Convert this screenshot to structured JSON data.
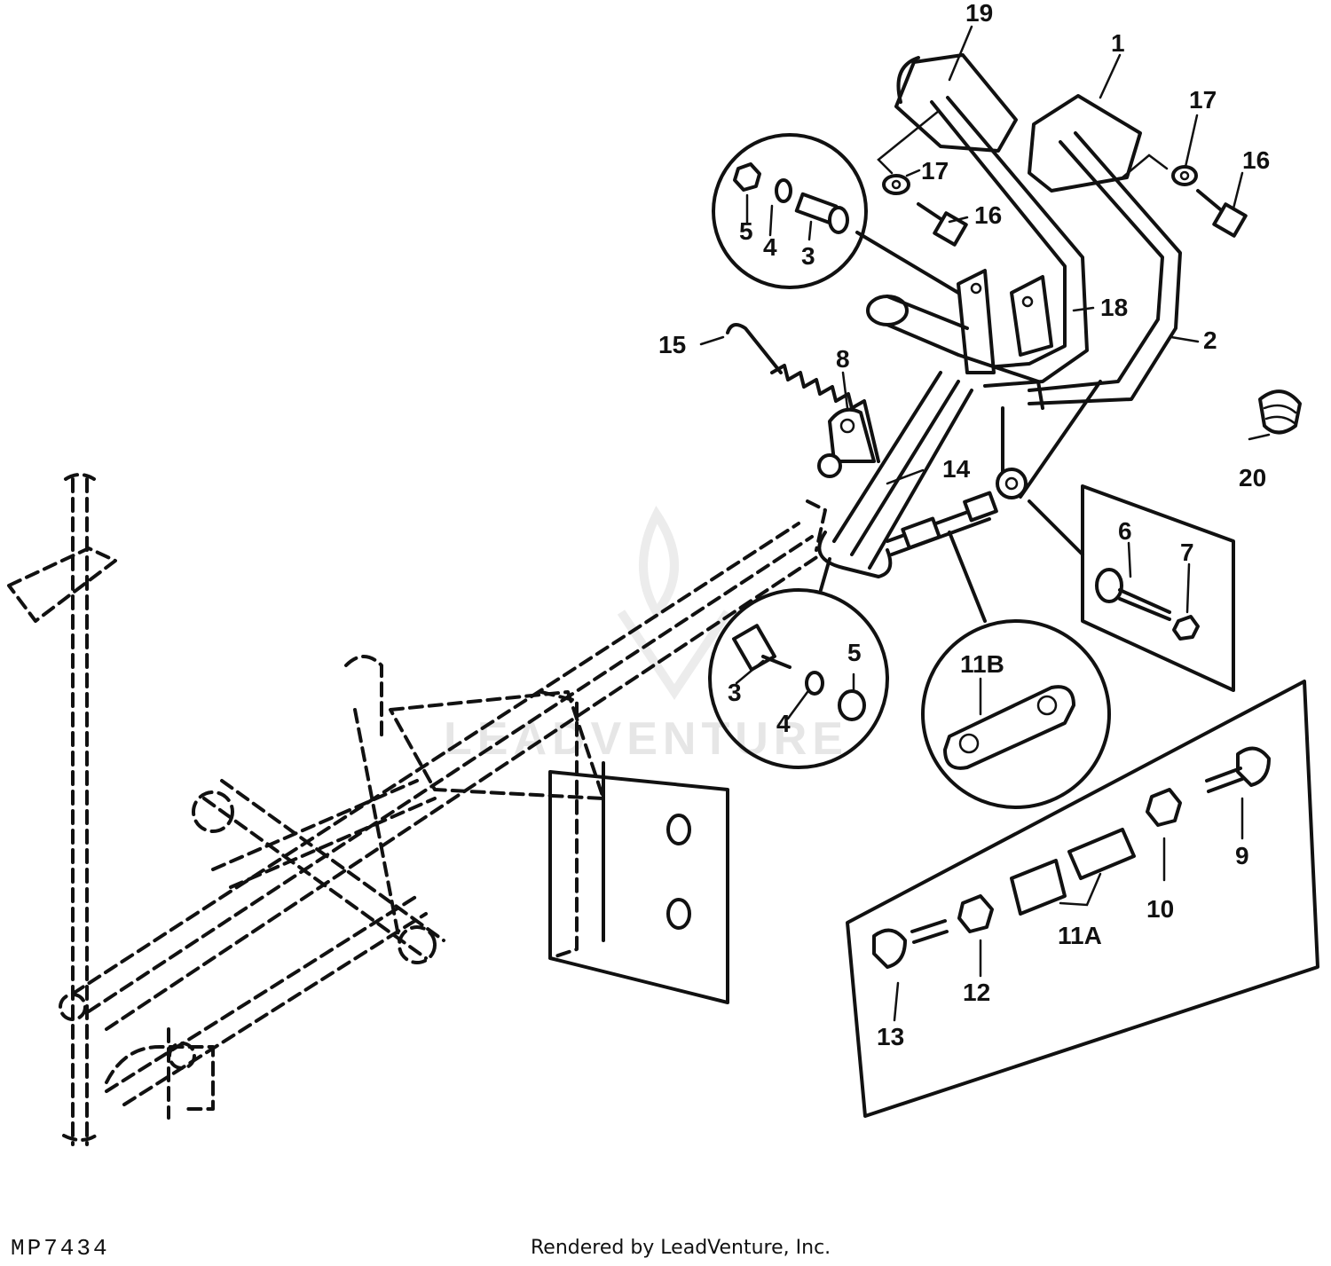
{
  "diagram": {
    "watermark": "LEADVENTURE",
    "figure_code": "MP7434",
    "credit": "Rendered by LeadVenture, Inc.",
    "callouts": {
      "c1": "1",
      "c2": "2",
      "c3a": "3",
      "c3b": "3",
      "c4a": "4",
      "c4b": "4",
      "c5a": "5",
      "c5b": "5",
      "c6": "6",
      "c7": "7",
      "c8": "8",
      "c9": "9",
      "c10": "10",
      "c11a": "11A",
      "c11b": "11B",
      "c12": "12",
      "c13": "13",
      "c14": "14",
      "c15": "15",
      "c16a": "16",
      "c16b": "16",
      "c17a": "17",
      "c17b": "17",
      "c18": "18",
      "c19": "19",
      "c20": "20"
    }
  }
}
